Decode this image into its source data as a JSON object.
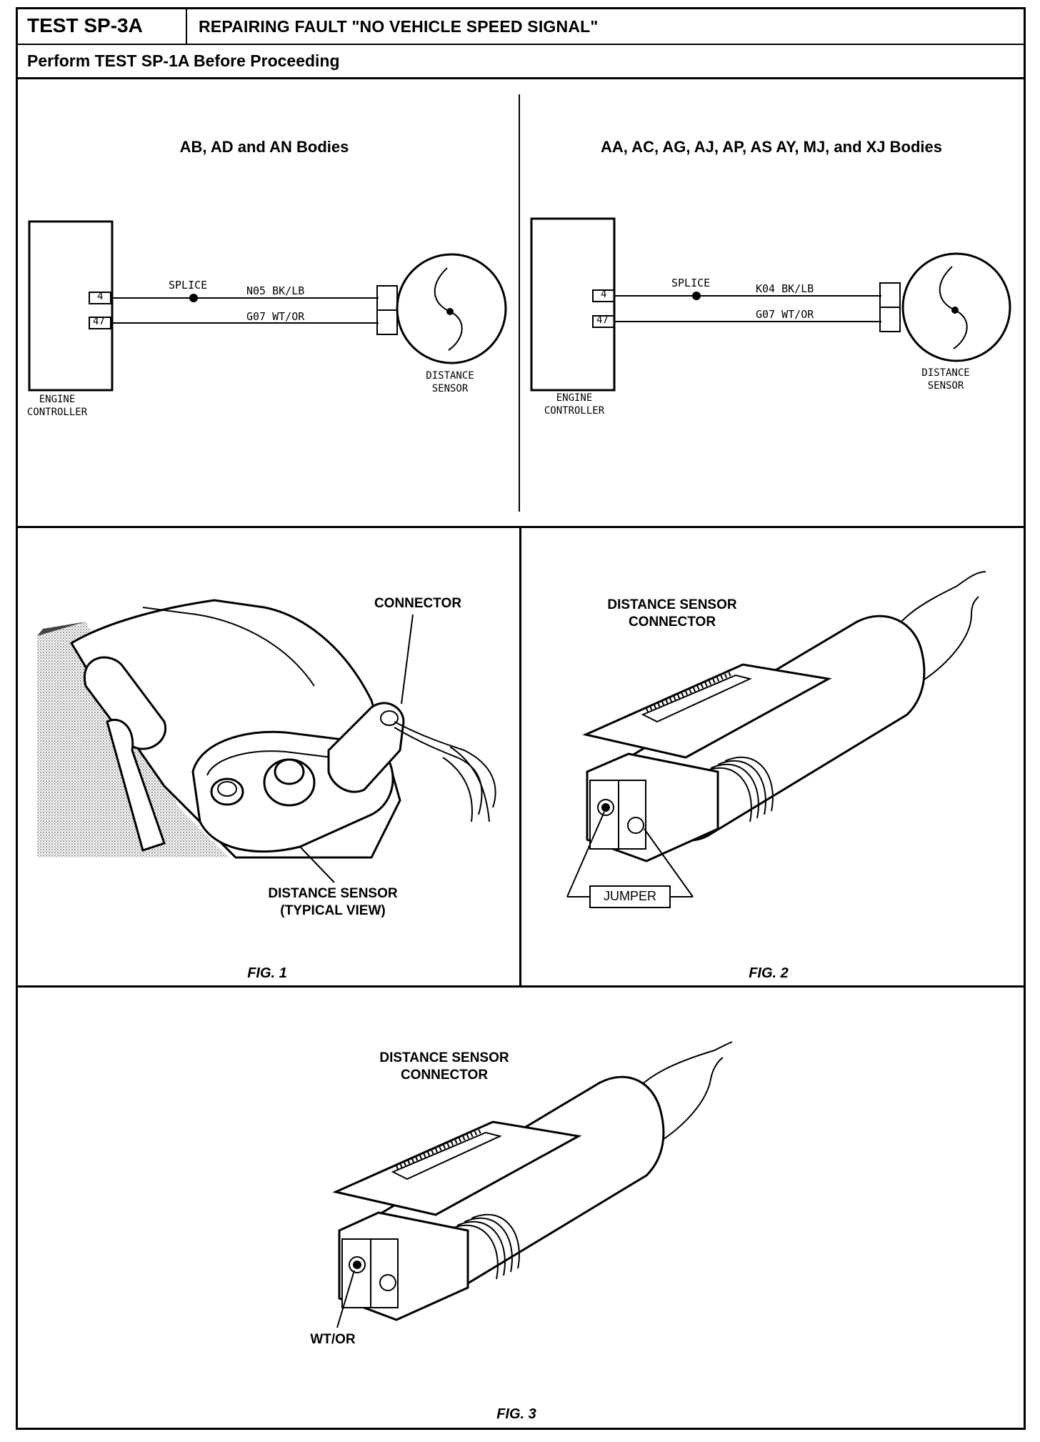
{
  "header": {
    "test_id": "TEST SP-3A",
    "title": "REPAIRING FAULT \"NO VEHICLE SPEED SIGNAL\"",
    "subtitle": "Perform TEST SP-1A Before Proceeding"
  },
  "schematic_left": {
    "title": "AB, AD and AN Bodies",
    "pin_top": "4",
    "pin_bottom": "47",
    "splice": "SPLICE",
    "wire_top": "N05  BK/LB",
    "wire_bottom": "G07  WT/OR",
    "controller_line1": "ENGINE",
    "controller_line2": "CONTROLLER",
    "sensor_line1": "DISTANCE",
    "sensor_line2": "SENSOR"
  },
  "schematic_right": {
    "title": "AA, AC, AG, AJ, AP, AS AY, MJ, and XJ Bodies",
    "pin_top": "4",
    "pin_bottom": "47",
    "splice": "SPLICE",
    "wire_top": "K04  BK/LB",
    "wire_bottom": "G07  WT/OR",
    "controller_line1": "ENGINE",
    "controller_line2": "CONTROLLER",
    "sensor_line1": "DISTANCE",
    "sensor_line2": "SENSOR"
  },
  "fig1": {
    "connector_label": "CONNECTOR",
    "sensor_line1": "DISTANCE SENSOR",
    "sensor_line2": "(TYPICAL VIEW)",
    "caption": "FIG. 1"
  },
  "fig2": {
    "title_line1": "DISTANCE SENSOR",
    "title_line2": "CONNECTOR",
    "jumper": "JUMPER",
    "caption": "FIG. 2"
  },
  "fig3": {
    "title_line1": "DISTANCE SENSOR",
    "title_line2": "CONNECTOR",
    "wire_label": "WT/OR",
    "caption": "FIG. 3"
  }
}
